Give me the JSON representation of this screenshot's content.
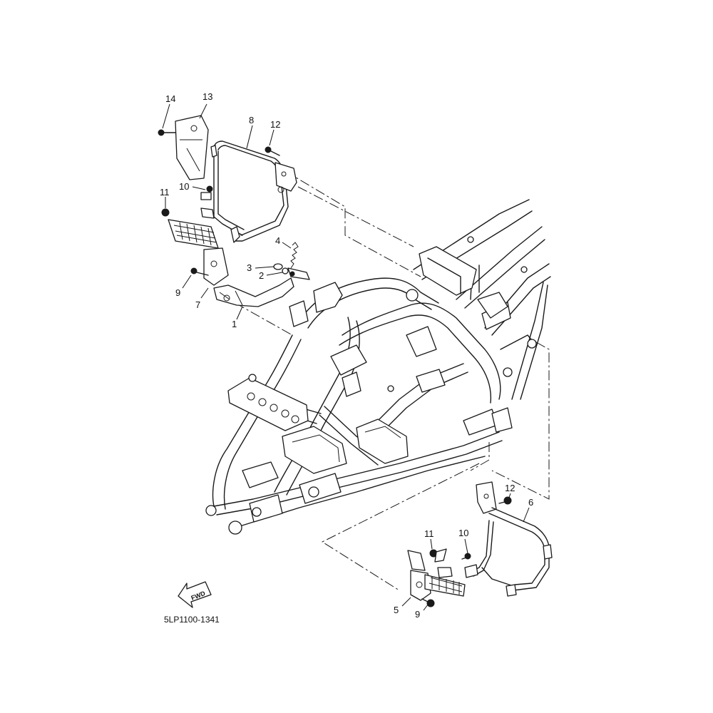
{
  "diagram_code": "5LP1100-1341",
  "direction_label": "FWD",
  "direction_icon": "forward-arrow-icon",
  "callouts": [
    {
      "id": "c14",
      "number": "14"
    },
    {
      "id": "c13",
      "number": "13"
    },
    {
      "id": "c8",
      "number": "8"
    },
    {
      "id": "c12a",
      "number": "12"
    },
    {
      "id": "c10a",
      "number": "10"
    },
    {
      "id": "c11a",
      "number": "11"
    },
    {
      "id": "c4",
      "number": "4"
    },
    {
      "id": "c3",
      "number": "3"
    },
    {
      "id": "c2",
      "number": "2"
    },
    {
      "id": "c9a",
      "number": "9"
    },
    {
      "id": "c7",
      "number": "7"
    },
    {
      "id": "c1",
      "number": "1"
    },
    {
      "id": "c12b",
      "number": "12"
    },
    {
      "id": "c6",
      "number": "6"
    },
    {
      "id": "c11b",
      "number": "11"
    },
    {
      "id": "c10b",
      "number": "10"
    },
    {
      "id": "c5",
      "number": "5"
    },
    {
      "id": "c9b",
      "number": "9"
    }
  ]
}
